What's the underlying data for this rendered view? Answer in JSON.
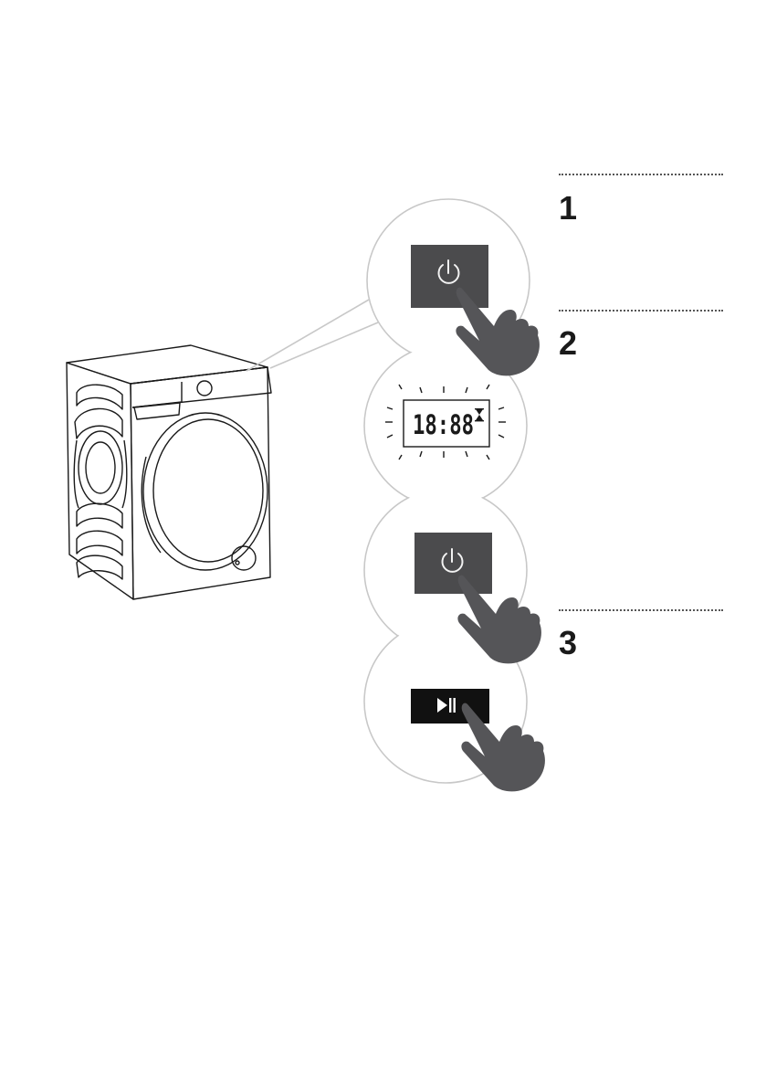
{
  "steps": [
    {
      "number": "1"
    },
    {
      "number": "2"
    },
    {
      "number": "3"
    }
  ],
  "display": {
    "time": "18:88",
    "timer_icon": "hourglass-icon"
  },
  "icons": {
    "power": "power-icon",
    "play_pause": "play-pause-icon",
    "hand": "hand-pointer-icon"
  },
  "colors": {
    "button_gray": "#4b4b4d",
    "button_black": "#111111",
    "hand_gray": "#555558",
    "outline": "#c8c8c8"
  }
}
